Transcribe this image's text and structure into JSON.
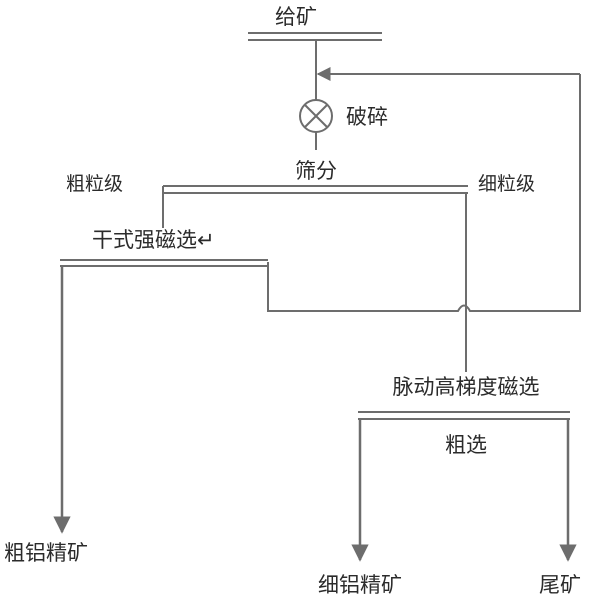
{
  "labels": {
    "feed": "给矿",
    "crushing": "破碎",
    "screening": "筛分",
    "coarse_fraction": "粗粒级",
    "fine_fraction": "细粒级",
    "dry_strong_magnetic": "干式强磁选↵",
    "pulsating_hgms": "脉动高梯度磁选",
    "roughing": "粗选",
    "coarse_al_concentrate": "粗铝精矿",
    "fine_al_concentrate": "细铝精矿",
    "tailings": "尾矿"
  },
  "colors": {
    "line": "#6d6d6d",
    "text": "#2b2b2b",
    "background": "#ffffff"
  }
}
